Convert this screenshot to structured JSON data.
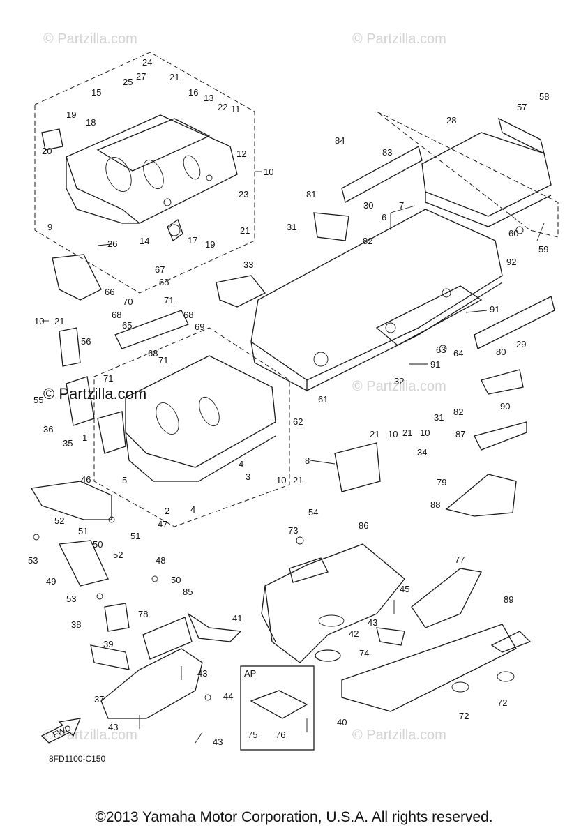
{
  "watermarks": {
    "top_left": "© Partzilla.com",
    "top_right": "© Partzilla.com",
    "mid_left": "© Partzilla.com",
    "mid_right": "© Partzilla.com",
    "bottom_left": "© Partzilla.com",
    "bottom_right": "© Partzilla.com"
  },
  "diagram_code": "8FD1100-C150",
  "fwd_label": "FWD",
  "ap_label": "AP",
  "footer": "©2013 Yamaha Motor Corporation, U.S.A. All rights reserved.",
  "callouts": {
    "c1": "1",
    "c2": "2",
    "c3": "3",
    "c4a": "4",
    "c4b": "4",
    "c5": "5",
    "c6": "6",
    "c7": "7",
    "c8": "8",
    "c9": "9",
    "c10a": "10",
    "c10b": "10",
    "c10c": "10",
    "c10d": "10",
    "c10e": "10",
    "c11": "11",
    "c12": "12",
    "c13": "13",
    "c14": "14",
    "c15": "15",
    "c16": "16",
    "c17": "17",
    "c18": "18",
    "c19a": "19",
    "c19b": "19",
    "c20": "20",
    "c21a": "21",
    "c21b": "21",
    "c21c": "21",
    "c21d": "21",
    "c21e": "21",
    "c21f": "21",
    "c22": "22",
    "c23": "23",
    "c24": "24",
    "c25": "25",
    "c26": "26",
    "c27": "27",
    "c28": "28",
    "c29": "29",
    "c30": "30",
    "c31a": "31",
    "c31b": "31",
    "c32": "32",
    "c33": "33",
    "c34": "34",
    "c35": "35",
    "c36": "36",
    "c37": "37",
    "c38": "38",
    "c39": "39",
    "c40": "40",
    "c41": "41",
    "c42": "42",
    "c43a": "43",
    "c43b": "43",
    "c43c": "43",
    "c43d": "43",
    "c44": "44",
    "c45": "45",
    "c46": "46",
    "c47": "47",
    "c48": "48",
    "c49": "49",
    "c50a": "50",
    "c50b": "50",
    "c51a": "51",
    "c51b": "51",
    "c52a": "52",
    "c52b": "52",
    "c53a": "53",
    "c53b": "53",
    "c54": "54",
    "c55": "55",
    "c56": "56",
    "c57": "57",
    "c58": "58",
    "c59": "59",
    "c60": "60",
    "c61": "61",
    "c62": "62",
    "c63": "63",
    "c64": "64",
    "c65": "65",
    "c66": "66",
    "c67": "67",
    "c68a": "68",
    "c68b": "68",
    "c68c": "68",
    "c68d": "68",
    "c69": "69",
    "c70": "70",
    "c71a": "71",
    "c71b": "71",
    "c71c": "71",
    "c72a": "72",
    "c72b": "72",
    "c73": "73",
    "c74": "74",
    "c75": "75",
    "c76": "76",
    "c77": "77",
    "c78": "78",
    "c79": "79",
    "c80": "80",
    "c81": "81",
    "c82a": "82",
    "c82b": "82",
    "c83": "83",
    "c84": "84",
    "c85": "85",
    "c86": "86",
    "c87": "87",
    "c88": "88",
    "c89": "89",
    "c90": "90",
    "c91a": "91",
    "c91b": "91",
    "c92": "92"
  }
}
